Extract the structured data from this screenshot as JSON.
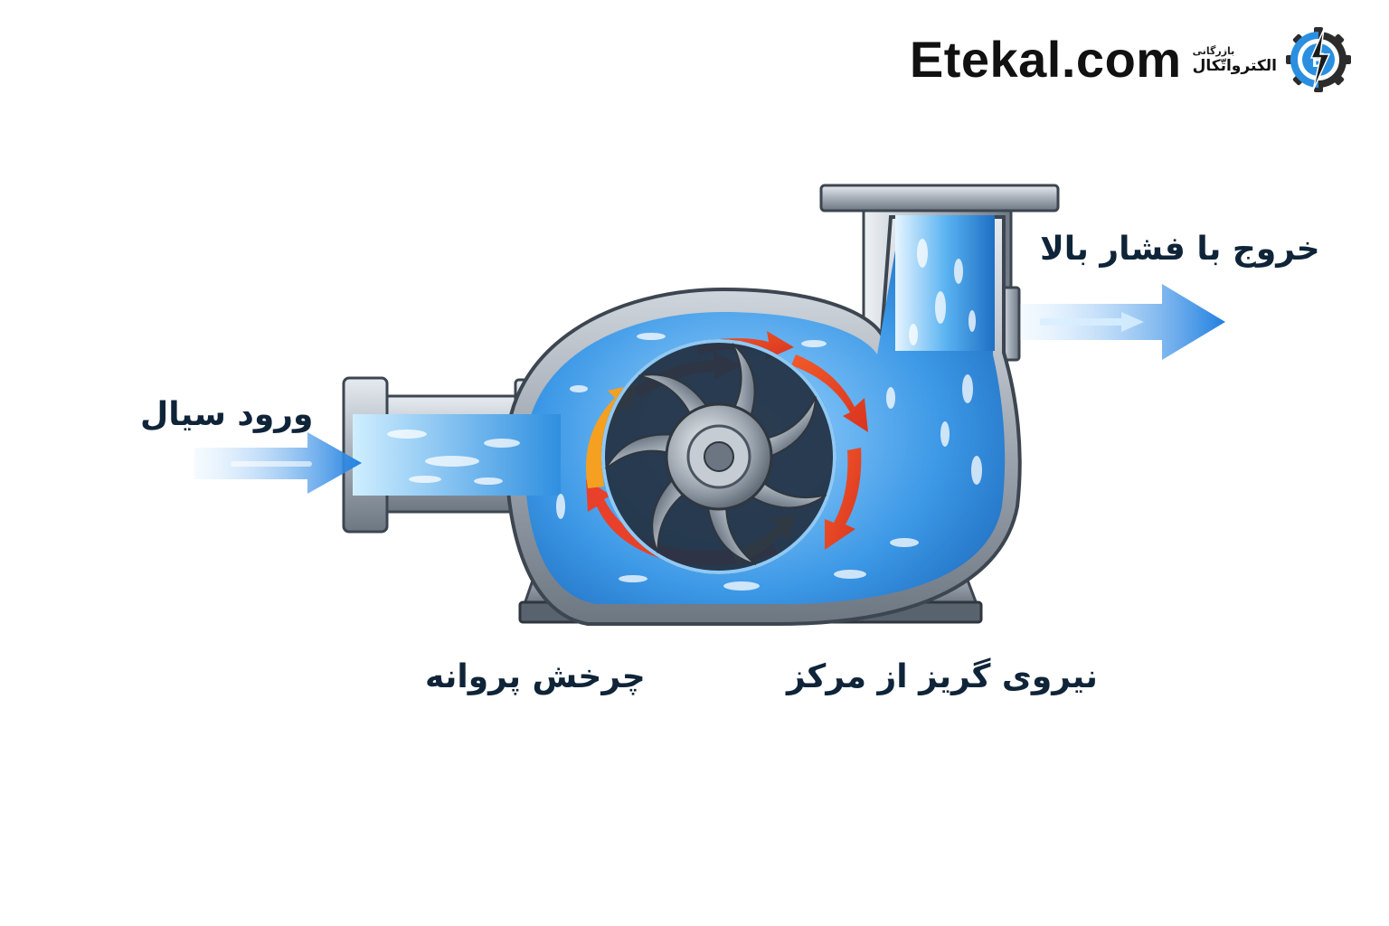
{
  "brand": {
    "site": "Etekal.com",
    "line1": "بازرگانی",
    "line2": "الکترواتّکال",
    "logo_icon": "gear-lightning-logo-icon"
  },
  "labels": {
    "inlet": "ورود سیال",
    "outlet": "خروج با فشار بالا",
    "impeller": "چرخش پروانه",
    "centrifugal": "نیروی گریز از مرکز"
  },
  "colors": {
    "water": "#2f8fe0",
    "water_light": "#a9dbff",
    "metal": "#9aa3ad",
    "metal_dark": "#4a5561",
    "arrow_red": "#e8402a",
    "arrow_orange": "#f5a020",
    "flow_arrow": "#1f7fe0",
    "text": "#0f2438"
  }
}
